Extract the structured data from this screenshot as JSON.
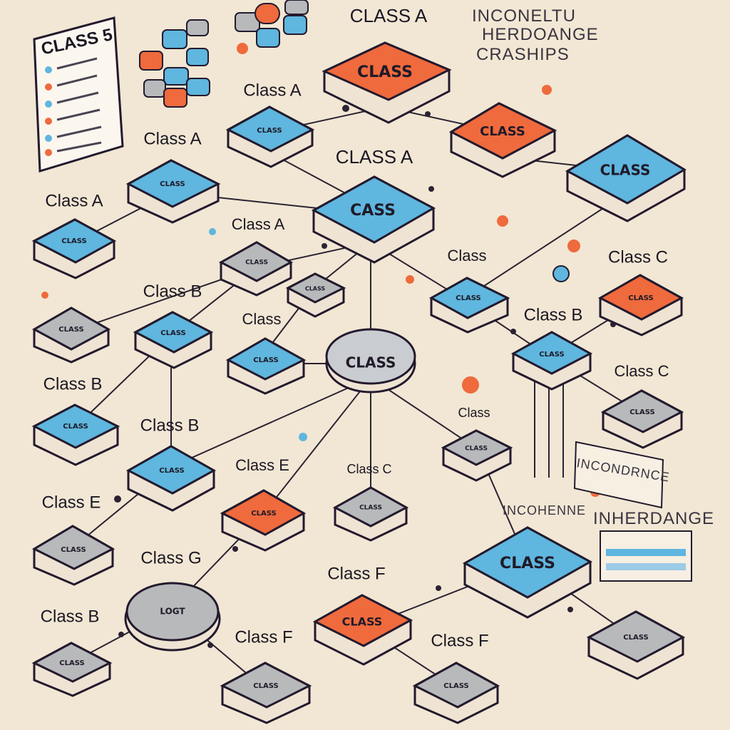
{
  "diagram": {
    "legend": {
      "title": "CLASS 5"
    },
    "headings": {
      "top_right": [
        "INCONELTU",
        "HERDOANGE",
        "CRASHIPS"
      ],
      "note_right": "INCONDRNCE",
      "inherdange": "INHERDANGE",
      "incoherence": "INCOHENNE"
    },
    "nodes": {
      "top_center": "CLASS",
      "top_right": "CLASS",
      "right_upper": "CLASS",
      "center": "CASS",
      "hub": "CLASS",
      "bottom_right": "CLASS",
      "bottom_center": "CLASS",
      "row2_a": "CLASS",
      "row3_a": "CLASS",
      "row3_b": "CLASS",
      "row4_a": "CLASS",
      "row4_b": "CLASS",
      "row4_c": "CLASS",
      "row4_d": "CLASS",
      "row5_a": "CLASS",
      "row5_b": "CLASS",
      "row5_c": "CLASS",
      "right_c1": "CLASS",
      "right_c2": "CLASS",
      "left_b1": "CLASS",
      "left_b2": "CLASS",
      "mid_b": "CLASS",
      "mid_e": "CLASS",
      "mid_c": "CLASS",
      "left_e": "CLASS",
      "mid_g": "LOGT",
      "left_bottom": "CLASS",
      "bottom_f": "CLASS",
      "bottom_f2": "CLASS",
      "bottom_right2": "CLASS"
    },
    "labels": {
      "class_a_top": "CLASS A",
      "class_a_1": "Class A",
      "class_a_2": "Class A",
      "class_a_3": "CLASS A",
      "class_a_4": "Class A",
      "class_a_5": "Class A",
      "class_b_1": "Class B",
      "class_b_2": "Class B",
      "class_b_3": "Class B",
      "class_b_4": "Class B",
      "class_b_5": "Class B",
      "class_plain_1": "Class",
      "class_plain_2": "Class",
      "class_c_1": "Class C",
      "class_c_2": "Class C",
      "class_c_3": "Class C",
      "class_e_1": "Class E",
      "class_e_2": "Class E",
      "class_g": "Class G",
      "class_f_1": "Class F",
      "class_f_2": "Class F",
      "class_f_3": "Class F",
      "class_s": "Class"
    }
  },
  "colors": {
    "blue": "#5fb6de",
    "orange": "#ef6a3d",
    "gray": "#b7b9bb",
    "outline": "#231a2e",
    "background": "#f1e7d4"
  }
}
